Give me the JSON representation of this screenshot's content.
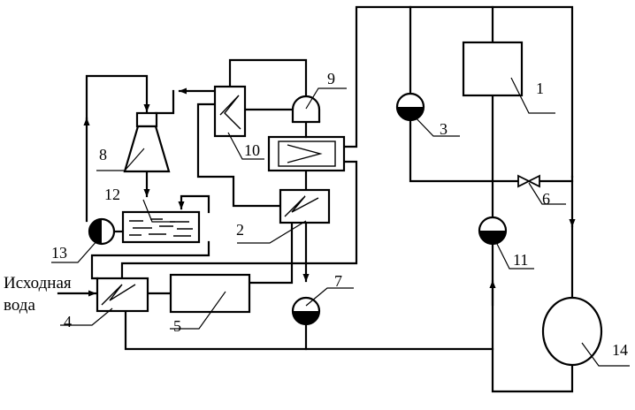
{
  "diagram": {
    "input_label": {
      "line1": "Исходная",
      "line2": "вода"
    },
    "components": [
      {
        "id": "1",
        "label": "1"
      },
      {
        "id": "2",
        "label": "2"
      },
      {
        "id": "3",
        "label": "3"
      },
      {
        "id": "4",
        "label": "4"
      },
      {
        "id": "5",
        "label": "5"
      },
      {
        "id": "6",
        "label": "6"
      },
      {
        "id": "7",
        "label": "7"
      },
      {
        "id": "8",
        "label": "8"
      },
      {
        "id": "9",
        "label": "9"
      },
      {
        "id": "10",
        "label": "10"
      },
      {
        "id": "11",
        "label": "11"
      },
      {
        "id": "12",
        "label": "12"
      },
      {
        "id": "13",
        "label": "13"
      },
      {
        "id": "14",
        "label": "14"
      }
    ]
  }
}
